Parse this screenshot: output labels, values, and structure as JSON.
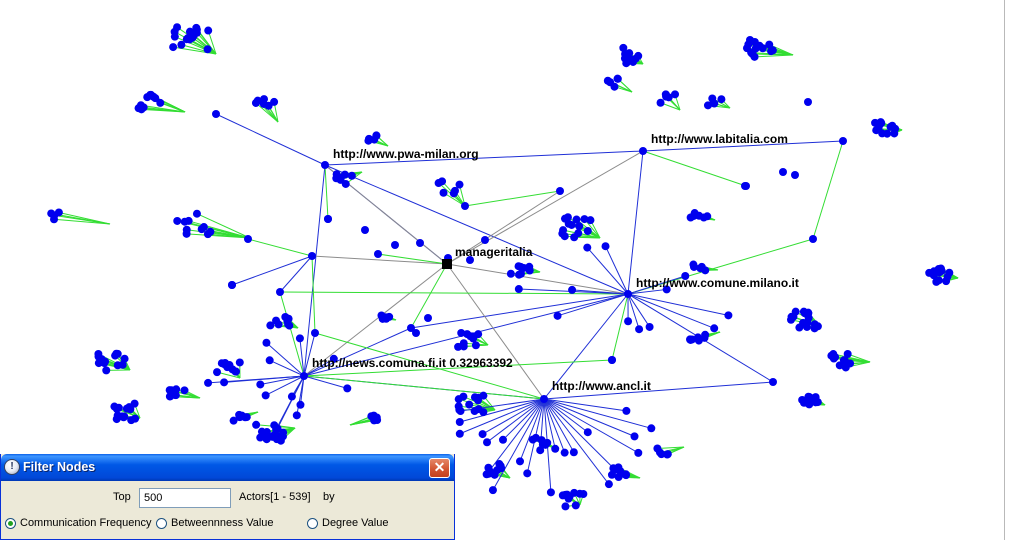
{
  "graph": {
    "hubs": [
      {
        "id": "manageritalia",
        "label": "manageritalia",
        "shape": "square"
      },
      {
        "id": "pwa",
        "label": "http://www.pwa-milan.org"
      },
      {
        "id": "labitalia",
        "label": "http://www.labitalia.com"
      },
      {
        "id": "comune",
        "label": "http://www.comune.milano.it"
      },
      {
        "id": "news",
        "label": "http://news.comuna.fi.it   0.32963392"
      },
      {
        "id": "ancl",
        "label": "http://www.ancl.it"
      }
    ],
    "colors": {
      "node": "#0000ee",
      "hub_node": "#000000",
      "edge_primary": "#1f2fd6",
      "edge_secondary": "#33dd33",
      "edge_hub": "#8c8c8c"
    }
  },
  "dialog": {
    "title": "Filter Nodes",
    "close_symbol": "✕",
    "top_label": "Top",
    "top_value": "500",
    "actors_label": "Actors[1 - 539]",
    "by_label": "by",
    "options": [
      {
        "label": "Communication Frequency",
        "checked": true
      },
      {
        "label": "Betweennness Value",
        "checked": false
      },
      {
        "label": "Degree Value",
        "checked": false
      }
    ]
  }
}
